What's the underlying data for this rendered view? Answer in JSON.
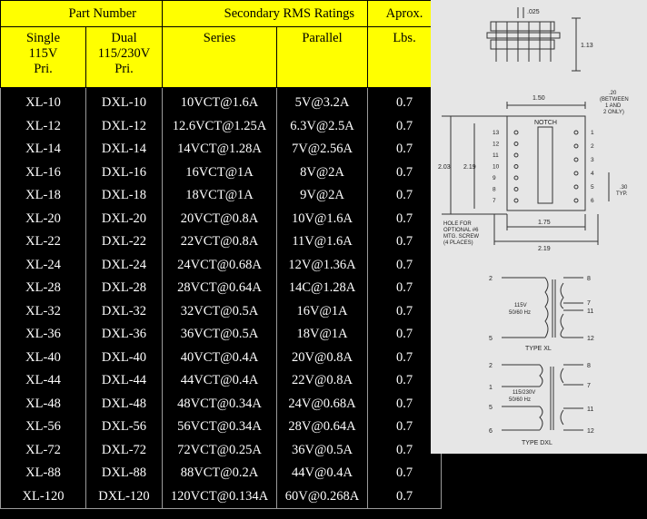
{
  "header": {
    "part_number": "Part  Number",
    "secondary": "Secondary  RMS Ratings",
    "aprox": "Aprox.",
    "single": [
      "Single",
      "115V",
      "Pri."
    ],
    "dual": [
      "Dual",
      "115/230V",
      "Pri."
    ],
    "series": "Series",
    "parallel": "Parallel",
    "lbs": "Lbs."
  },
  "rows": [
    {
      "single": "XL-10",
      "dual": "DXL-10",
      "series": "10VCT@1.6A",
      "parallel": "5V@3.2A",
      "lbs": "0.7"
    },
    {
      "single": "XL-12",
      "dual": "DXL-12",
      "series": "12.6VCT@1.25A",
      "parallel": "6.3V@2.5A",
      "lbs": "0.7"
    },
    {
      "single": "XL-14",
      "dual": "DXL-14",
      "series": "14VCT@1.28A",
      "parallel": "7V@2.56A",
      "lbs": "0.7"
    },
    {
      "single": "XL-16",
      "dual": "DXL-16",
      "series": "16VCT@1A",
      "parallel": "8V@2A",
      "lbs": "0.7"
    },
    {
      "single": "XL-18",
      "dual": "DXL-18",
      "series": "18VCT@1A",
      "parallel": "9V@2A",
      "lbs": "0.7"
    },
    {
      "single": "XL-20",
      "dual": "DXL-20",
      "series": "20VCT@0.8A",
      "parallel": "10V@1.6A",
      "lbs": "0.7"
    },
    {
      "single": "XL-22",
      "dual": "DXL-22",
      "series": "22VCT@0.8A",
      "parallel": "11V@1.6A",
      "lbs": "0.7"
    },
    {
      "single": "XL-24",
      "dual": "DXL-24",
      "series": "24VCT@0.68A",
      "parallel": "12V@1.36A",
      "lbs": "0.7"
    },
    {
      "single": "XL-28",
      "dual": "DXL-28",
      "series": "28VCT@0.64A",
      "parallel": "14C@1.28A",
      "lbs": "0.7"
    },
    {
      "single": "XL-32",
      "dual": "DXL-32",
      "series": "32VCT@0.5A",
      "parallel": "16V@1A",
      "lbs": "0.7"
    },
    {
      "single": "XL-36",
      "dual": "DXL-36",
      "series": "36VCT@0.5A",
      "parallel": "18V@1A",
      "lbs": "0.7"
    },
    {
      "single": "XL-40",
      "dual": "DXL-40",
      "series": "40VCT@0.4A",
      "parallel": "20V@0.8A",
      "lbs": "0.7"
    },
    {
      "single": "XL-44",
      "dual": "DXL-44",
      "series": "44VCT@0.4A",
      "parallel": "22V@0.8A",
      "lbs": "0.7"
    },
    {
      "single": "XL-48",
      "dual": "DXL-48",
      "series": "48VCT@0.34A",
      "parallel": "24V@0.68A",
      "lbs": "0.7"
    },
    {
      "single": "XL-56",
      "dual": "DXL-56",
      "series": "56VCT@0.34A",
      "parallel": "28V@0.64A",
      "lbs": "0.7"
    },
    {
      "single": "XL-72",
      "dual": "DXL-72",
      "series": "72VCT@0.25A",
      "parallel": "36V@0.5A",
      "lbs": "0.7"
    },
    {
      "single": "XL-88",
      "dual": "DXL-88",
      "series": "88VCT@0.2A",
      "parallel": "44V@0.4A",
      "lbs": "0.7"
    },
    {
      "single": "XL-120",
      "dual": "DXL-120",
      "series": "120VCT@0.134A",
      "parallel": "60V@0.268A",
      "lbs": "0.7"
    }
  ],
  "drawing": {
    "dim_top": ".025",
    "dim_height": "1.13",
    "dim_width_top": "1.50",
    "dim_between": [
      ".20",
      "(BETWEEN",
      "1 AND",
      "2 ONLY)"
    ],
    "notch": "NOTCH",
    "dim_left_outer": "2.03",
    "dim_left_inner": "2.19",
    "dim_pitch": [
      ".30",
      "TYP."
    ],
    "hole_note": [
      "HOLE FOR",
      "OPTIONAL #6",
      "MTG. SCREW",
      "(4 PLACES)"
    ],
    "dim_bottom_inner": "1.75",
    "dim_bottom_outer": "2.19",
    "pins_left": [
      "13",
      "12",
      "11",
      "10",
      "9",
      "8",
      "7"
    ],
    "pins_right": [
      "1",
      "2",
      "3",
      "4",
      "5",
      "6"
    ],
    "xl_label": "TYPE XL",
    "xl_primary": [
      "115V",
      "50/60 Hz"
    ],
    "xl_pins_left": [
      "2",
      "5"
    ],
    "xl_pins_right": [
      "8",
      "7",
      "11",
      "12"
    ],
    "dxl_label": "TYPE DXL",
    "dxl_primary": [
      "115/230V",
      "50/60 Hz"
    ],
    "dxl_pins_left": [
      "2",
      "1",
      "5",
      "6"
    ],
    "dxl_pins_right": [
      "8",
      "7",
      "11",
      "12"
    ]
  },
  "colors": {
    "header_bg": "#ffff00",
    "body_bg": "#000000",
    "body_text": "#ffffff",
    "drawing_bg": "#e6e6e6"
  }
}
